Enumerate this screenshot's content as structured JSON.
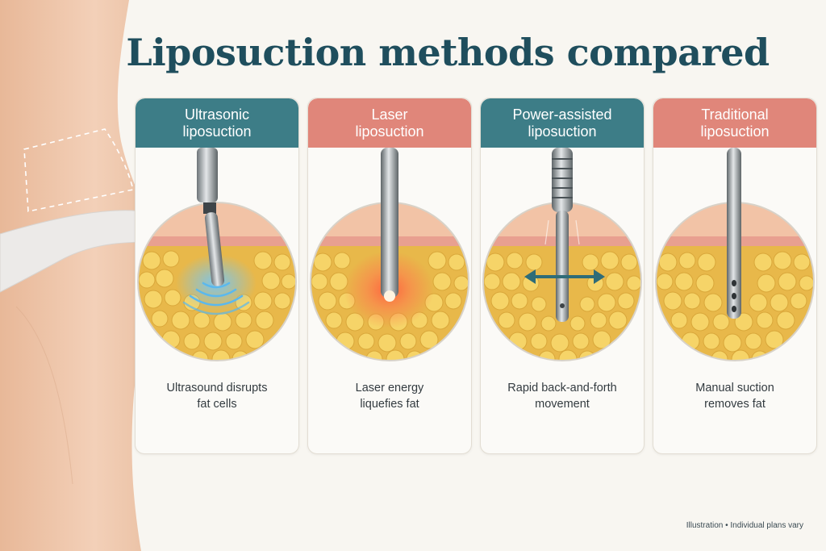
{
  "title": "Liposuction methods compared",
  "cards": [
    {
      "header": "Ultrasonic\nliposuction",
      "caption": "Ultrasound disrupts\nfat cells",
      "accent": "teal",
      "effect": "ultrasound-waves"
    },
    {
      "header": "Laser\nliposuction",
      "caption": "Laser energy\nliquefies fat",
      "accent": "coral",
      "effect": "laser-glow"
    },
    {
      "header": "Power-assisted\nliposuction",
      "caption": "Rapid back-and-forth\nmovement",
      "accent": "teal",
      "effect": "back-and-forth-arrow"
    },
    {
      "header": "Traditional\nliposuction",
      "caption": "Manual suction\nremoves fat",
      "accent": "coral",
      "effect": "suction-holes"
    }
  ],
  "footnote": "Illustration • Individual plans vary",
  "colors": {
    "title": "#1f4e5d",
    "teal": "#3d7d87",
    "coral": "#e0867a",
    "fat": "#f2c94c",
    "skin": "#f2c3a6",
    "background": "#f8f6f1"
  }
}
